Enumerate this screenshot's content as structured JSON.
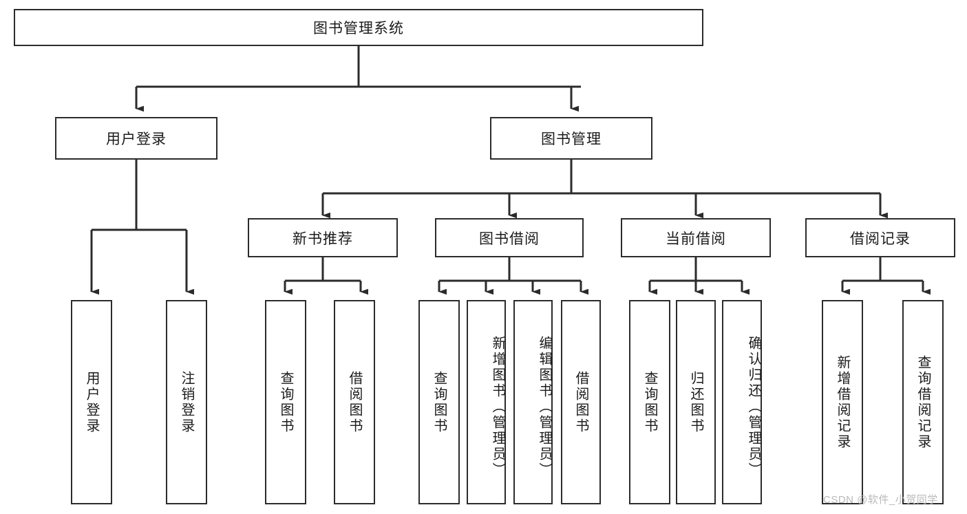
{
  "diagram": {
    "title": "图书管理系统",
    "type": "hierarchy-tree",
    "orientation": "top-down",
    "colors": {
      "box_border": "#2b2b2b",
      "box_fill": "#ffffff",
      "line": "#2b2b2b",
      "watermark": "#b9b9b9"
    },
    "root": {
      "id": "root",
      "label": "图书管理系统"
    },
    "level2": [
      {
        "id": "user-login",
        "label": "用户登录"
      },
      {
        "id": "book-manage",
        "label": "图书管理"
      }
    ],
    "level3": [
      {
        "id": "new-book-rec",
        "label": "新书推荐",
        "parent": "book-manage"
      },
      {
        "id": "book-borrow",
        "label": "图书借阅",
        "parent": "book-manage"
      },
      {
        "id": "current-borrow",
        "label": "当前借阅",
        "parent": "book-manage"
      },
      {
        "id": "borrow-record",
        "label": "借阅记录",
        "parent": "book-manage"
      }
    ],
    "leaves": {
      "user-login": [
        {
          "id": "leaf-user-login",
          "label": "用户登录"
        },
        {
          "id": "leaf-user-logout",
          "label": "注销登录"
        }
      ],
      "new-book-rec": [
        {
          "id": "leaf-query-book-1",
          "label": "查询图书"
        },
        {
          "id": "leaf-borrow-book-1",
          "label": "借阅图书"
        }
      ],
      "book-borrow": [
        {
          "id": "leaf-query-book-2",
          "label": "查询图书"
        },
        {
          "id": "leaf-add-book",
          "label": "新增图书（管理员）"
        },
        {
          "id": "leaf-edit-book",
          "label": "编辑图书（管理员）"
        },
        {
          "id": "leaf-borrow-book-2",
          "label": "借阅图书"
        }
      ],
      "current-borrow": [
        {
          "id": "leaf-query-book-3",
          "label": "查询图书"
        },
        {
          "id": "leaf-return-book",
          "label": "归还图书"
        },
        {
          "id": "leaf-confirm-return",
          "label": "确认归还（管理员）"
        }
      ],
      "borrow-record": [
        {
          "id": "leaf-add-record",
          "label": "新增借阅记录"
        },
        {
          "id": "leaf-query-record",
          "label": "查询借阅记录"
        }
      ]
    }
  },
  "watermark": {
    "text": "CSDN @软件_小贺同学"
  }
}
